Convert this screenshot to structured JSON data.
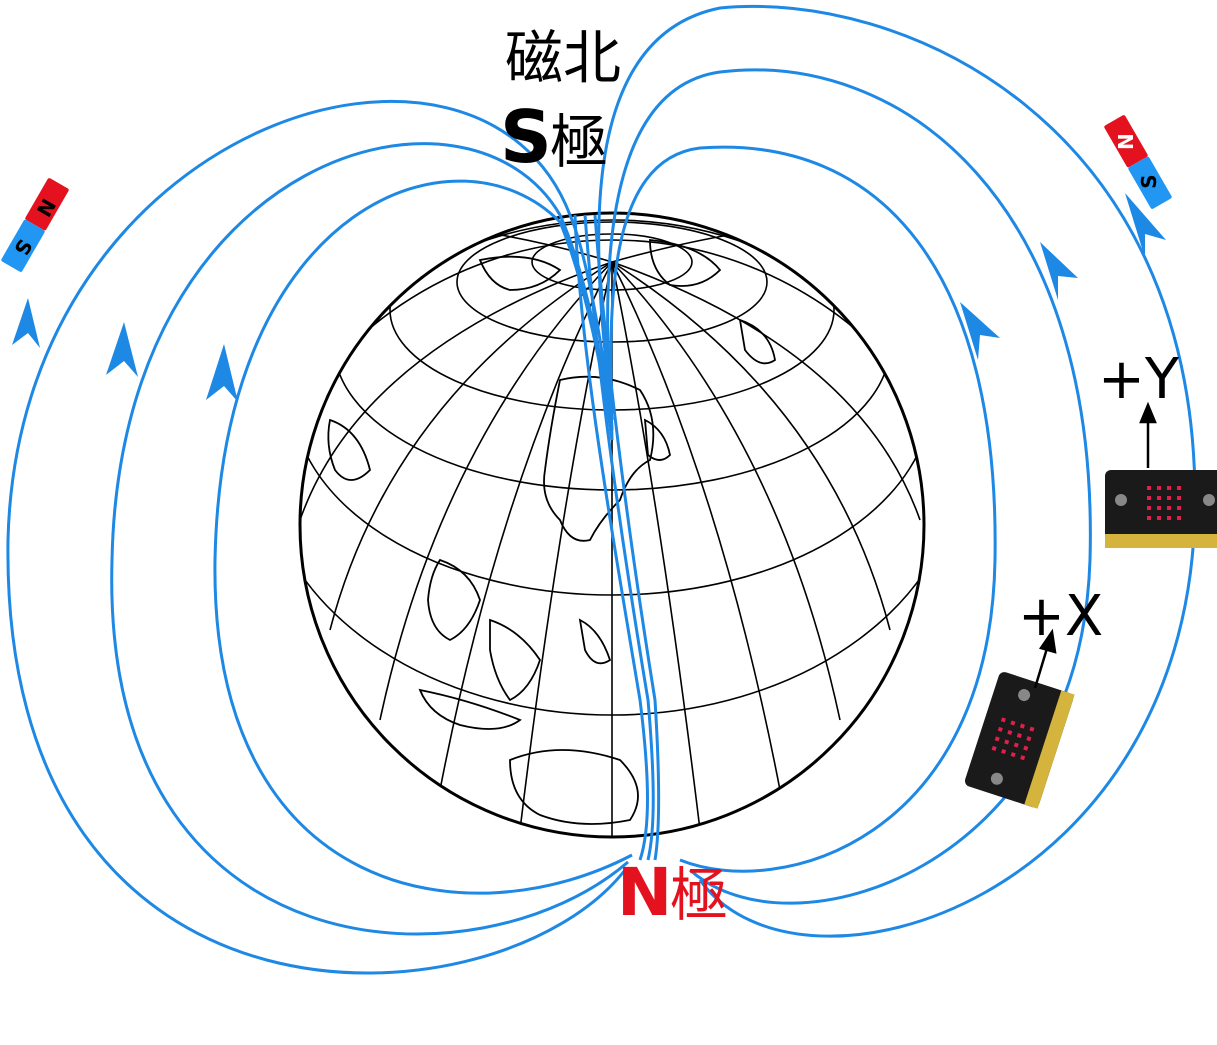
{
  "labels": {
    "magnetic_north": "磁北",
    "s_pole_letter": "S",
    "s_pole_kanji": "極",
    "n_pole_letter": "N",
    "n_pole_kanji": "極",
    "plus_x": "+X",
    "plus_y": "+Y"
  },
  "compass_magnets": {
    "left": {
      "top": "N",
      "bottom": "S"
    },
    "right": {
      "top": "N",
      "bottom": "S"
    }
  },
  "colors": {
    "field_line": "#1e88e5",
    "n_red": "#e3121e",
    "s_blue": "#2196f3",
    "text": "#000000",
    "board": "#1a1a1a",
    "board_edge": "#d4b43c",
    "board_accent": "#e0204a"
  }
}
